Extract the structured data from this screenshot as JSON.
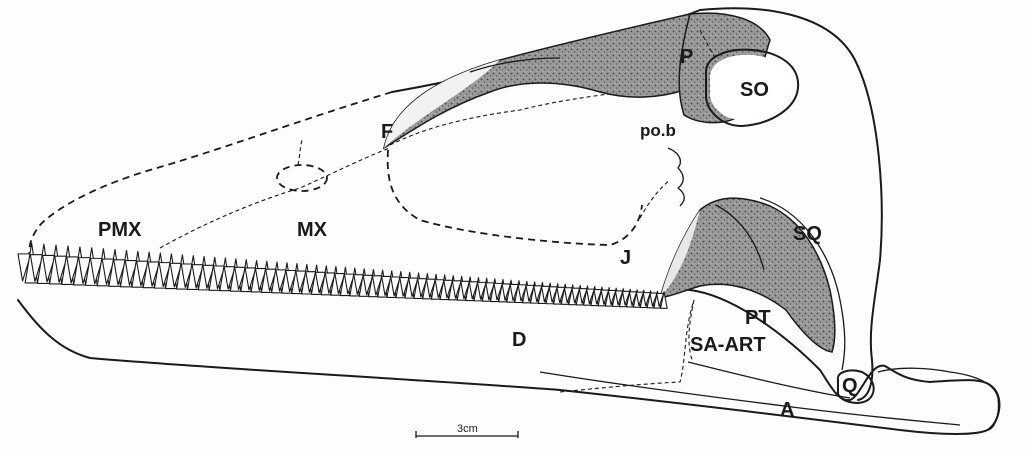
{
  "figure": {
    "labels": {
      "premaxilla": "PMX",
      "maxilla": "MX",
      "frontal": "F",
      "parietal": "P",
      "supraoccipital": "SO",
      "postorbital_bar": "po.b",
      "jugal": "J",
      "squamosal": "SQ",
      "pterygoid": "PT",
      "dentary": "D",
      "surangular_articular": "SA-ART",
      "quadrate": "Q",
      "angular": "A"
    },
    "scale_bar": {
      "label": "3cm"
    }
  }
}
